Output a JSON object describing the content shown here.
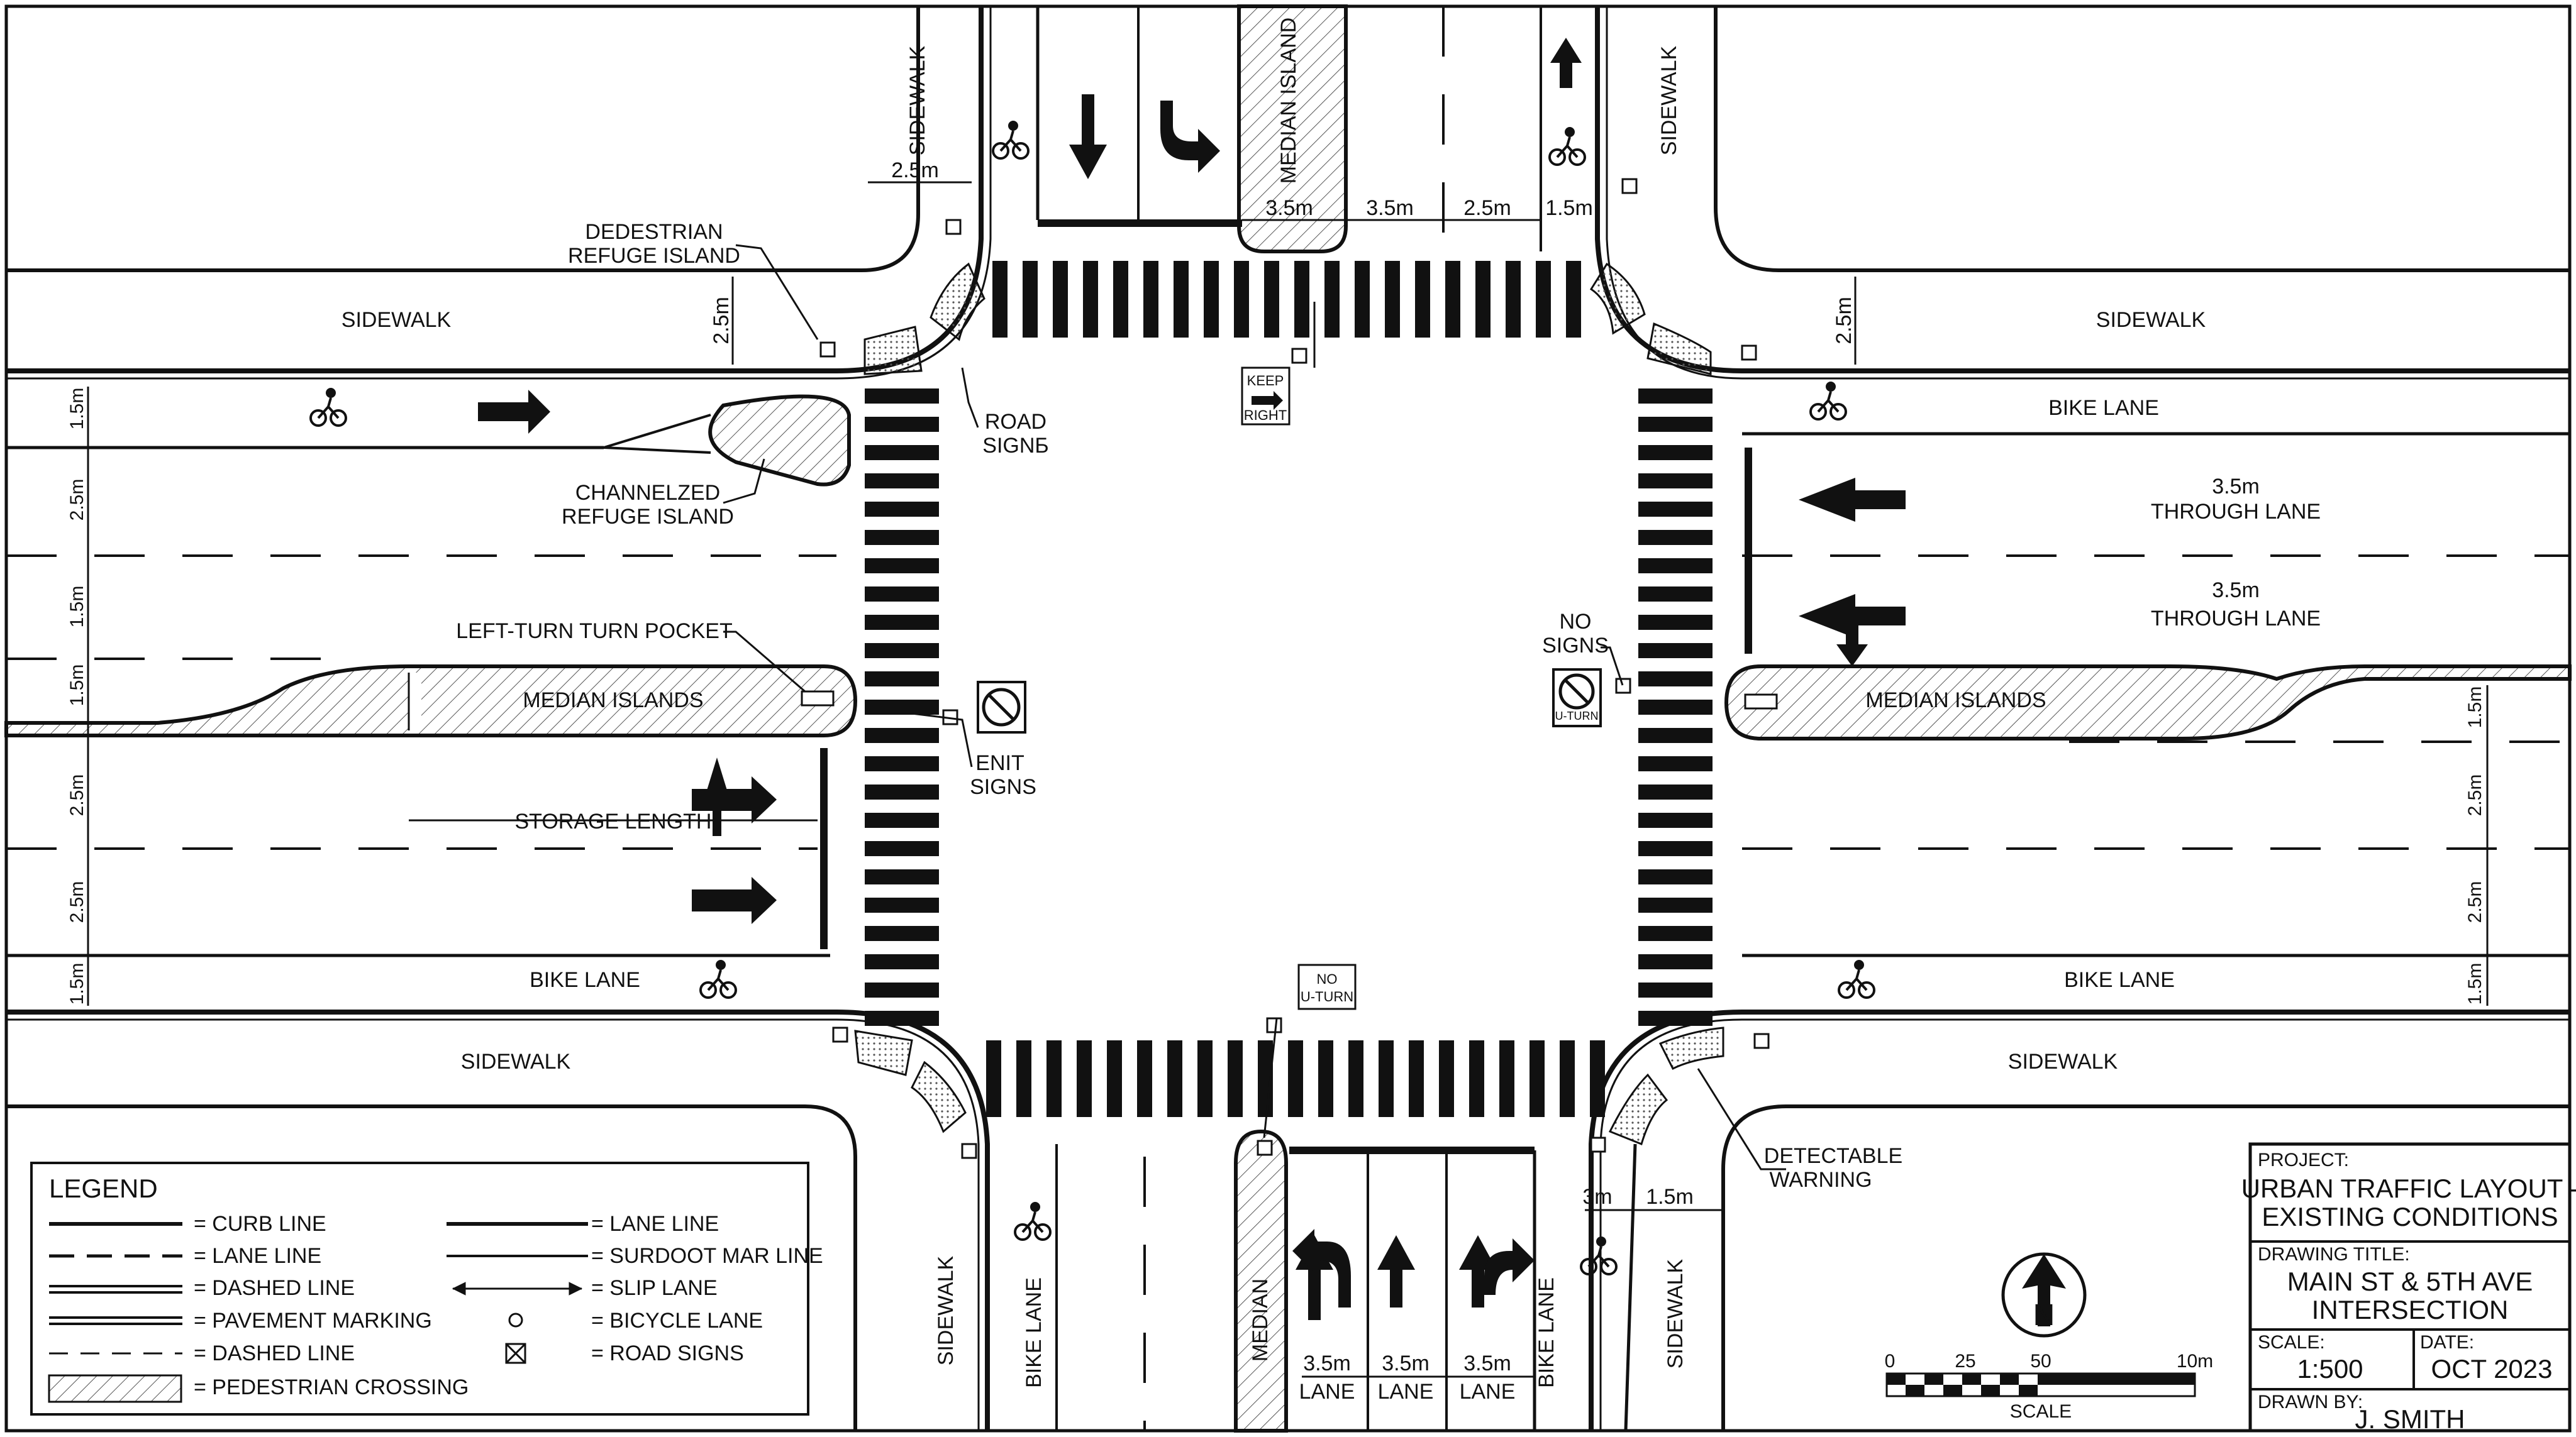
{
  "labels": {
    "sidewalk": "SIDEWALK",
    "median_island": "MEDIAN ISLAND",
    "median_islands": "MEDIAN ISLANDS",
    "median": "MEDIAN",
    "bike_lane": "BIKE LANE",
    "lane": "LANE",
    "through_lane": "THROUGH LANE",
    "storage_length": "STORAGE LENGTH",
    "left_turn_pocket": "LEFT-TURN TURN POCKET",
    "dedestrian_1": "DEDESTRIAN",
    "dedestrian_2": "REFUGE ISLAND",
    "channel_1": "CHANNELZED",
    "channel_2": "REFUGE ISLAND",
    "road_signs_1": "ROAD",
    "road_signs_2": "SIGNБ",
    "enit_1": "ENIT",
    "enit_2": "SIGNS",
    "no_signs_1": "NO",
    "no_signs_2": "SIGNS",
    "detectable_1": "DETECTABLE",
    "detectable_2": "WARNING",
    "keep_right_1": "KEEP",
    "keep_right_2": "RIGHT",
    "no_uturn_1": "NO",
    "no_uturn_2": "U-TURN",
    "uturn_sign": "U-TURN"
  },
  "dims": {
    "d25": "2.5m",
    "d35": "3.5m",
    "d15": "1.5m",
    "d3": "3m"
  },
  "legend": {
    "title": "LEGEND",
    "items": [
      "= CURB LINE",
      "= LANE LINE",
      "= DASHED LINE",
      "= PAVEMENT MARKING",
      "= DASHED LINE",
      "= PEDESTRIAN CROSSING",
      "= LANE LINE",
      "= SURDOOT MAR LINE",
      "= SLIP LANE",
      "= BICYCLE LANE",
      "= ROAD SIGNS"
    ]
  },
  "north": "N",
  "scale_bar": {
    "ticks": [
      "0",
      "25",
      "50",
      "10m"
    ],
    "label": "SCALE"
  },
  "title_block": {
    "project_label": "PROJECT:",
    "project_1": "URBAN TRAFFIC LAYOUT -",
    "project_2": "EXISTING CONDITIONS",
    "drawing_label": "DRAWING TITLE:",
    "drawing_1": "MAIN ST & 5TH AVE",
    "drawing_2": "INTERSECTION",
    "scale_label": "SCALE:",
    "scale_value": "1:500",
    "date_label": "DATE:",
    "date_value": "OCT 2023",
    "drawn_label": "DRAWN BY:",
    "drawn_value": "J. SMITH"
  }
}
